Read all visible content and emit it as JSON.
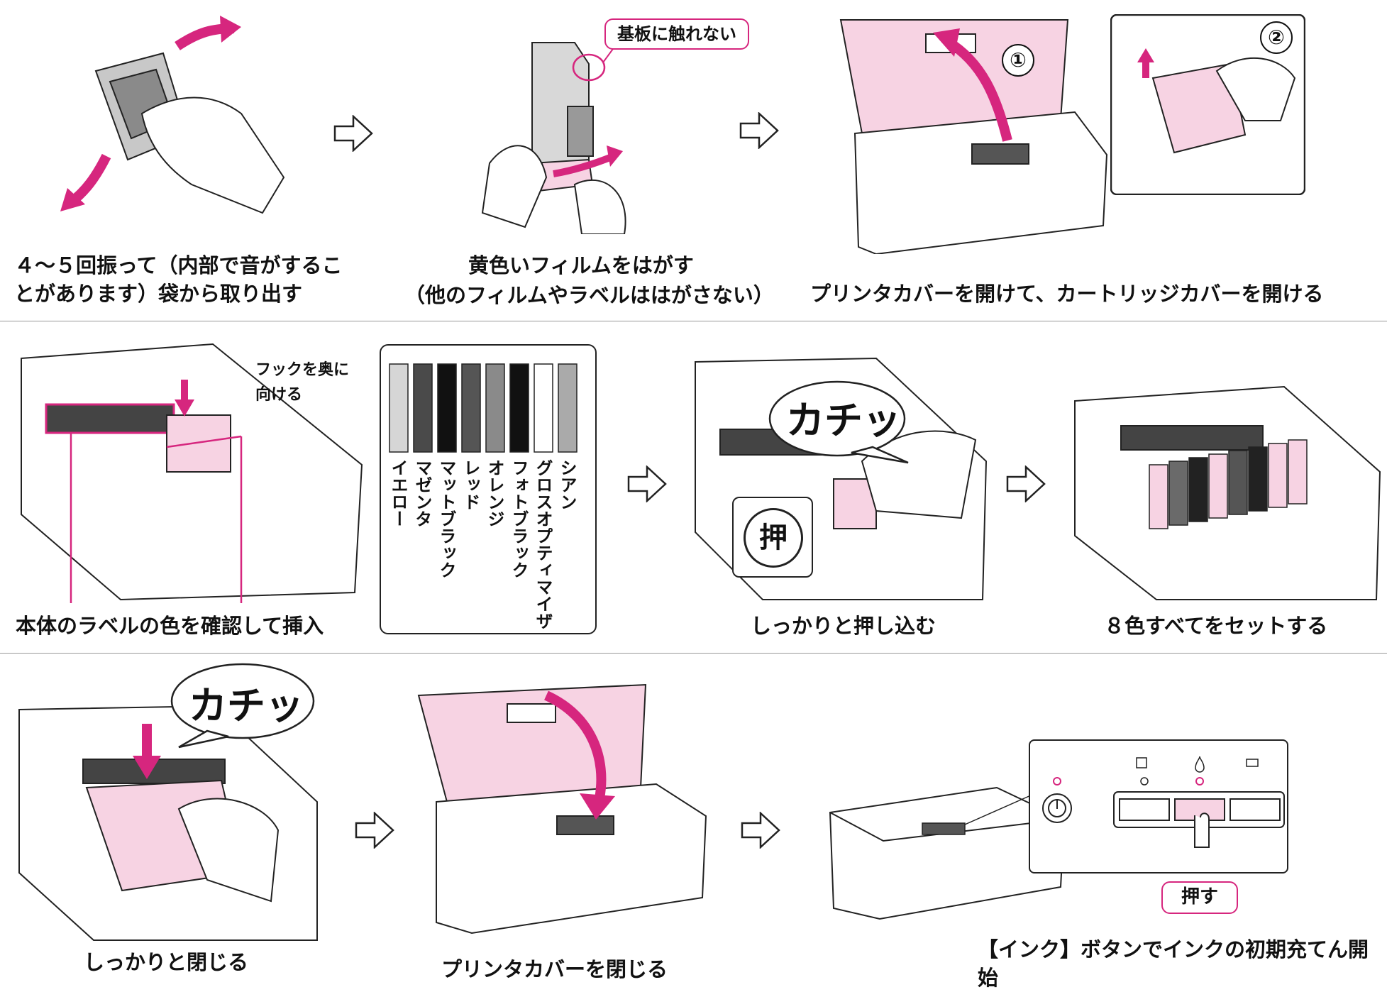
{
  "colors": {
    "accent": "#d6267e",
    "pink_fill": "#f7d3e3",
    "line": "#222222",
    "divider": "#999999"
  },
  "row1": {
    "step1": {
      "caption_line1": "４～５回振って（内部で音がするこ",
      "caption_line2": "とがあります）袋から取り出す"
    },
    "step2": {
      "callout": "基板に触れない",
      "caption_line1": "黄色いフィルムをはがす",
      "caption_line2": "（他のフィルムやラベルははがさない）"
    },
    "step3": {
      "num1": "①",
      "num2": "②",
      "caption": "プリンタカバーを開けて、カートリッジカバーを開ける"
    }
  },
  "row2": {
    "step4": {
      "callout_line1": "フックを奥に",
      "callout_line2": "向ける",
      "caption": "本体のラベルの色を確認して挿入",
      "cartridges": [
        "イエロー",
        "マゼンタ",
        "マットブラック",
        "レッド",
        "オレンジ",
        "フォトブラック",
        "グロスオプティマイザ",
        "シアン"
      ]
    },
    "step5": {
      "sound": "カチッ",
      "press_symbol": "押",
      "caption": "しっかりと押し込む"
    },
    "step6": {
      "caption": "８色すべてをセットする"
    }
  },
  "row3": {
    "step7": {
      "sound": "カチッ",
      "caption": "しっかりと閉じる"
    },
    "step8": {
      "caption": "プリンタカバーを閉じる"
    },
    "step9": {
      "press_label": "押す",
      "caption": "【インク】ボタンでインクの初期充てん開始"
    }
  },
  "icons": [
    "next-arrow-icon",
    "power-icon",
    "ink-drop-icon",
    "paper-trash-icon",
    "roll-paper-icon",
    "hand-icon"
  ]
}
